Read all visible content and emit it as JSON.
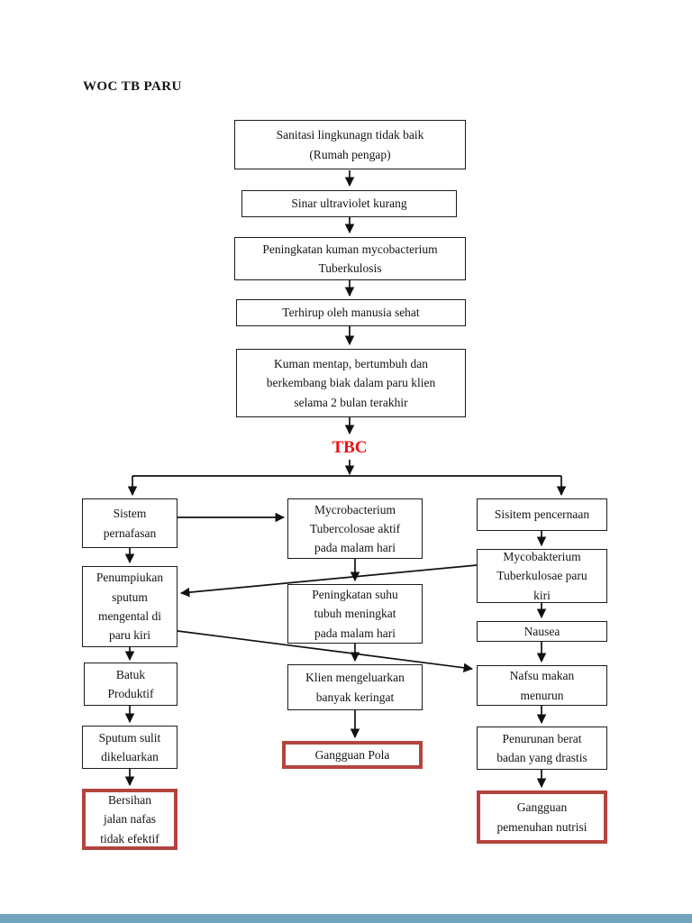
{
  "page": {
    "title": "WOC TB PARU",
    "background": "#ffffff",
    "bottom_bar_color": "#72a4c0"
  },
  "colors": {
    "box_border": "#1c1c1c",
    "diagnosis_border": "#b4443e",
    "arrow": "#111111",
    "tbc_red": "#ee1111"
  },
  "tbc": {
    "label": "TBC"
  },
  "nodes": {
    "sanitasi": {
      "text": "Sanitasi lingkunagn tidak baik\n(Rumah pengap)"
    },
    "sinar": {
      "text": "Sinar ultraviolet kurang"
    },
    "peningkatan_kuman": {
      "text": "Peningkatan kuman mycobacterium\nTuberkulosis"
    },
    "terhirup": {
      "text": "Terhirup oleh manusia sehat"
    },
    "kuman_mentap": {
      "text": "Kuman mentap, bertumbuh dan\nberkembang biak dalam paru klien\nselama 2 bulan terakhir"
    },
    "sistem_pernafasan": {
      "text": "Sistem\npernafasan"
    },
    "penumpukan": {
      "text": "Penumpiukan\nsputum\nmengental di\nparu kiri"
    },
    "batuk": {
      "text": "Batuk\nProduktif"
    },
    "sputum_sulit": {
      "text": "Sputum sulit\ndikeluarkan"
    },
    "bersihan": {
      "text": "Bersihan\njalan nafas\ntidak efektif"
    },
    "myco_aktif": {
      "text": "Mycrobacterium\nTubercolosae aktif\npada malam hari"
    },
    "peningkatan_suhu": {
      "text": "Peningkatan suhu\ntubuh meningkat\npada malam hari"
    },
    "klien_keringat": {
      "text": "Klien mengeluarkan\nbanyak keringat"
    },
    "gangguan_pola": {
      "text": "Gangguan Pola"
    },
    "sisitem_pencernaan": {
      "text": "Sisitem pencernaan"
    },
    "myco_paru": {
      "text": "Mycobakterium\nTuberkulosae paru\nkiri"
    },
    "nausea": {
      "text": "Nausea"
    },
    "nafsu_makan": {
      "text": "Nafsu makan\nmenurun"
    },
    "penurunan_berat": {
      "text": "Penurunan berat\nbadan yang drastis"
    },
    "gangguan_nutrisi": {
      "text": "Gangguan\npemenuhan nutrisi"
    }
  }
}
